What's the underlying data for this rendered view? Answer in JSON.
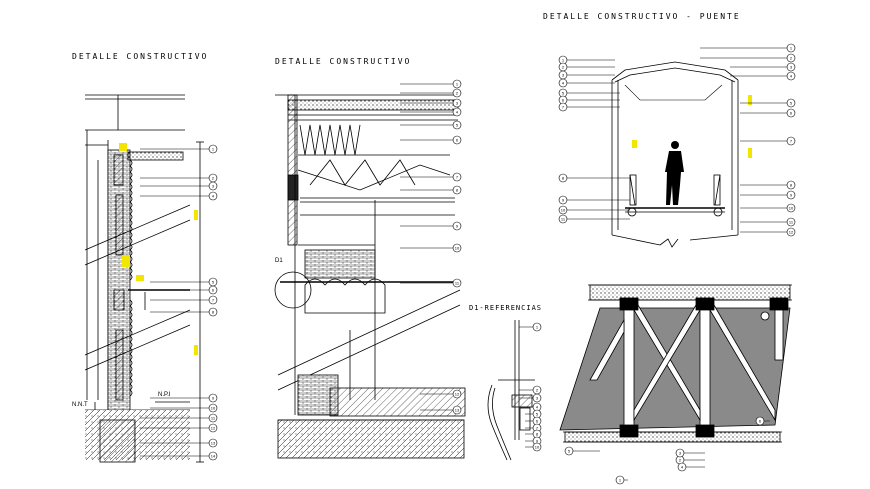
{
  "titles": {
    "detail_1": "DETALLE CONSTRUCTIVO",
    "detail_2": "DETALLE CONSTRUCTIVO",
    "detail_bridge": "DETALLE CONSTRUCTIVO - PUENTE",
    "references": "D1-REFERENCIAS"
  },
  "labels": {
    "nnt": "N.N.T",
    "npi": "N.P.I",
    "d1": "D1"
  },
  "callouts": {
    "detail_1": [
      "1",
      "2",
      "3",
      "4",
      "5",
      "6",
      "7",
      "8",
      "9",
      "10",
      "11",
      "12",
      "13",
      "14"
    ],
    "detail_2": [
      "1",
      "2",
      "3",
      "4",
      "5",
      "6",
      "7",
      "8",
      "9",
      "10",
      "11",
      "12",
      "13"
    ],
    "bridge_left": [
      "1",
      "2",
      "3",
      "4",
      "5",
      "6",
      "7",
      "8",
      "9",
      "10",
      "11"
    ],
    "bridge_right": [
      "1",
      "2",
      "3",
      "4",
      "5",
      "6",
      "7",
      "8",
      "9",
      "10",
      "11",
      "12"
    ],
    "references": [
      "1",
      "2",
      "3",
      "4",
      "5",
      "6",
      "7",
      "8",
      "9",
      "10"
    ],
    "plan": [
      "1",
      "2",
      "3",
      "4",
      "5",
      "6"
    ]
  },
  "colors": {
    "line": "#000000",
    "panel_fill": "#8a8a8a",
    "highlight": "#f2e600"
  }
}
